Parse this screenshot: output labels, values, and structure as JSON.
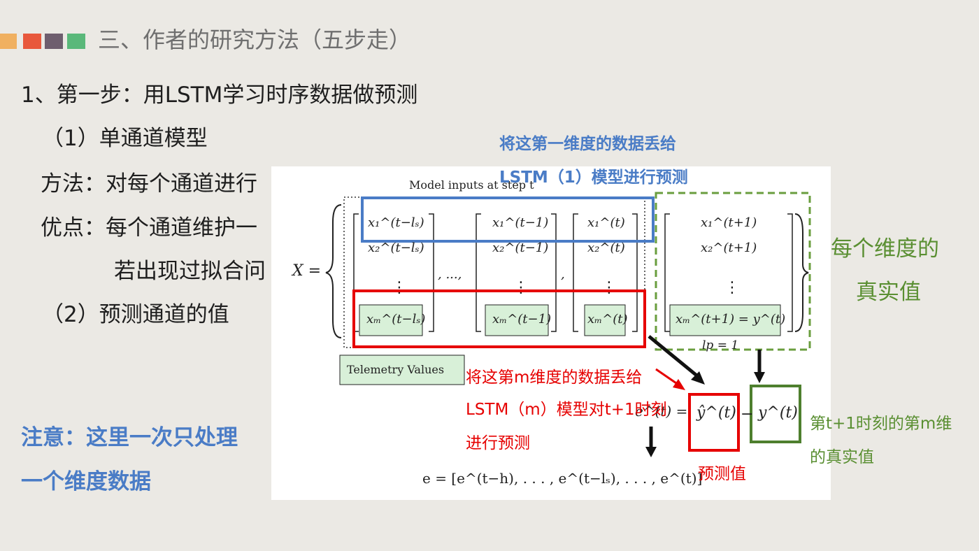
{
  "header": {
    "title": "三、作者的研究方法（五步走）",
    "squares": [
      "#f0b060",
      "#e8583c",
      "#6e5e6e",
      "#5ab87a"
    ]
  },
  "content": {
    "line1": "1、第一步：用LSTM学习时序数据做预测",
    "line2": "（1）单通道模型",
    "line3": "方法：对每个通道进行",
    "line4": "优点：每个通道维护一",
    "line5": "若出现过拟合问",
    "line6": "（2）预测通道的值",
    "note_line1": "注意：这里一次只处理",
    "note_line2": "一个维度数据"
  },
  "figure": {
    "caption_top": "Model inputs at step t",
    "telemetry_label": "Telemetry Values",
    "lp_label": "lp = 1",
    "x_eq": "X =",
    "dots": ", ...,",
    "cells": {
      "c1_r1": "x₁^(t−lₛ)",
      "c1_r2": "x₂^(t−lₛ)",
      "c1_rm": "xₘ^(t−lₛ)",
      "c2_r1": "x₁^(t−1)",
      "c2_r2": "x₂^(t−1)",
      "c2_rm": "xₘ^(t−1)",
      "c3_r1": "x₁^(t)",
      "c3_r2": "x₂^(t)",
      "c3_rm": "xₘ^(t)",
      "c4_r1": "x₁^(t+1)",
      "c4_r2": "x₂^(t+1)",
      "c4_rm": "xₘ^(t+1) = y^(t)"
    },
    "e_symbol": "e^(t) =",
    "yhat": "ŷ^(t)",
    "y": "y^(t)",
    "minus": "−",
    "e_vector": "e = [e^(t−h), . . . , e^(t−lₛ), . . . , e^(t)]"
  },
  "annotations": {
    "blue_1": "将这第一维度的数据丢给",
    "blue_2": "LSTM（1）模型进行预测",
    "red_1": "将这第m维度的数据丢给",
    "red_2": "LSTM（m）模型对t+1时刻",
    "red_3": "进行预测",
    "pred_label": "预测值",
    "green_big_1": "每个维度的",
    "green_big_2": "真实值",
    "green_small_1": "第t+1时刻的第m维",
    "green_small_2": "的真实值"
  },
  "colors": {
    "blue": "#4a7cc6",
    "red": "#e60000",
    "green": "#5a8f32",
    "cell_fill": "#d8f0d8"
  }
}
